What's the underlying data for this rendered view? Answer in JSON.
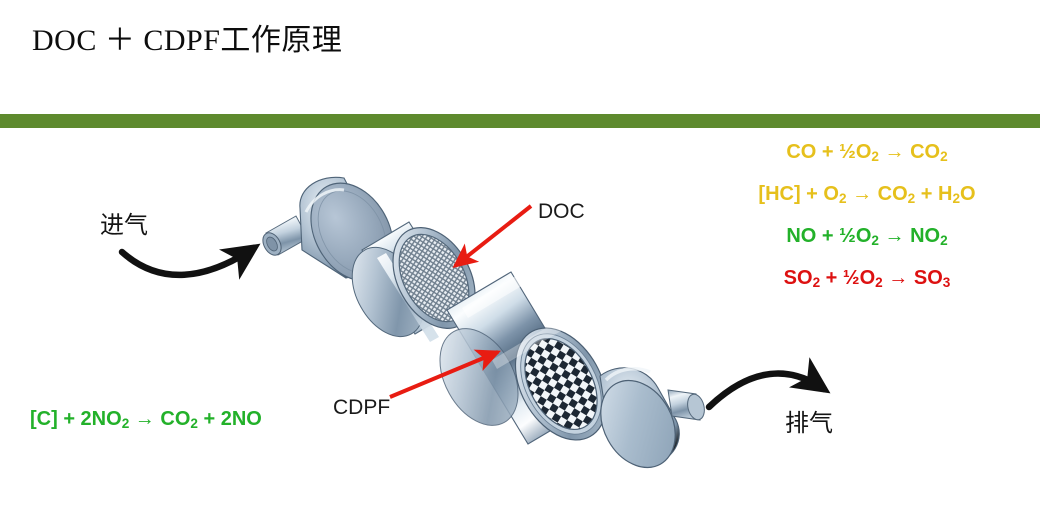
{
  "slide": {
    "title": "DOC ＋ CDPF工作原理",
    "background_color": "#ffffff",
    "rule_color": "#5e8a2e"
  },
  "colors": {
    "yellow": "#e6c01c",
    "green": "#23b12a",
    "red": "#dd1111",
    "rule_green": "#5e8a2e",
    "arrow_red": "#e81c12",
    "arrow_black": "#111111",
    "metal_light": "#f2f6fa",
    "metal_mid": "#9fb3c6",
    "metal_dark": "#5c7289",
    "metal_shadow": "#41566b"
  },
  "reactions": {
    "doc": [
      {
        "id": "co-oxidation",
        "text": "CO + ½O₂ → CO₂",
        "color": "#e6c01c"
      },
      {
        "id": "hc-oxidation",
        "text": "[HC] + O₂ → CO₂ + H₂O",
        "color": "#e6c01c"
      },
      {
        "id": "no-oxidation",
        "text": "NO + ½O₂ → NO₂",
        "color": "#23b12a"
      },
      {
        "id": "so2-oxidation",
        "text": "SO₂ + ½O₂ → SO₃",
        "color": "#dd1111"
      }
    ],
    "cdpf": [
      {
        "id": "soot-regeneration",
        "text": "[C] + 2NO₂ → CO₂ + 2NO",
        "color": "#23b12a"
      }
    ]
  },
  "eq_parts": {
    "r1": {
      "a": "CO + ",
      "frac": "½",
      "b": "O",
      "b_sub": "2",
      "arrow": " → ",
      "c": "CO",
      "c_sub": "2"
    },
    "r2": {
      "a": "[HC] + O",
      "a_sub": "2",
      "arrow": " → ",
      "b": "CO",
      "b_sub": "2",
      "c": " + H",
      "c_sub": "2",
      "d": "O"
    },
    "r3": {
      "a": "NO + ",
      "frac": "½",
      "b": "O",
      "b_sub": "2",
      "arrow": " → ",
      "c": "NO",
      "c_sub": "2"
    },
    "r4": {
      "a": "SO",
      "a_sub": "2",
      "b": " + ",
      "frac": "½",
      "c": "O",
      "c_sub": "2",
      "arrow": " → ",
      "d": "SO",
      "d_sub": "3"
    },
    "l1": {
      "a": "[C] + 2NO",
      "a_sub": "2",
      "arrow": " → ",
      "b": "CO",
      "b_sub": "2",
      "c": " + 2NO"
    }
  },
  "callouts": [
    {
      "id": "doc",
      "label": "DOC",
      "arrow_color": "#e81c12",
      "points_to": "doc-honeycomb-face"
    },
    {
      "id": "cdpf",
      "label": "CDPF",
      "arrow_color": "#e81c12",
      "points_to": "cdpf-body"
    }
  ],
  "flow": {
    "intake": {
      "label": "进气",
      "arrow_color": "#111111"
    },
    "exhaust": {
      "label": "排气",
      "arrow_color": "#111111"
    }
  },
  "device": {
    "name": "DOC + CDPF exhaust aftertreatment assembly",
    "components": [
      {
        "id": "inlet-pipe",
        "label": "inlet pipe"
      },
      {
        "id": "inlet-cone",
        "label": "inlet diffuser cone"
      },
      {
        "id": "doc-canister",
        "label": "DOC canister"
      },
      {
        "id": "doc-face",
        "label": "DOC honeycomb face"
      },
      {
        "id": "cdpf-canister",
        "label": "CDPF canister"
      },
      {
        "id": "cdpf-face",
        "label": "CDPF checkerboard filter face"
      },
      {
        "id": "outlet-cone",
        "label": "outlet cone"
      },
      {
        "id": "outlet-pipe",
        "label": "outlet pipe"
      }
    ]
  }
}
